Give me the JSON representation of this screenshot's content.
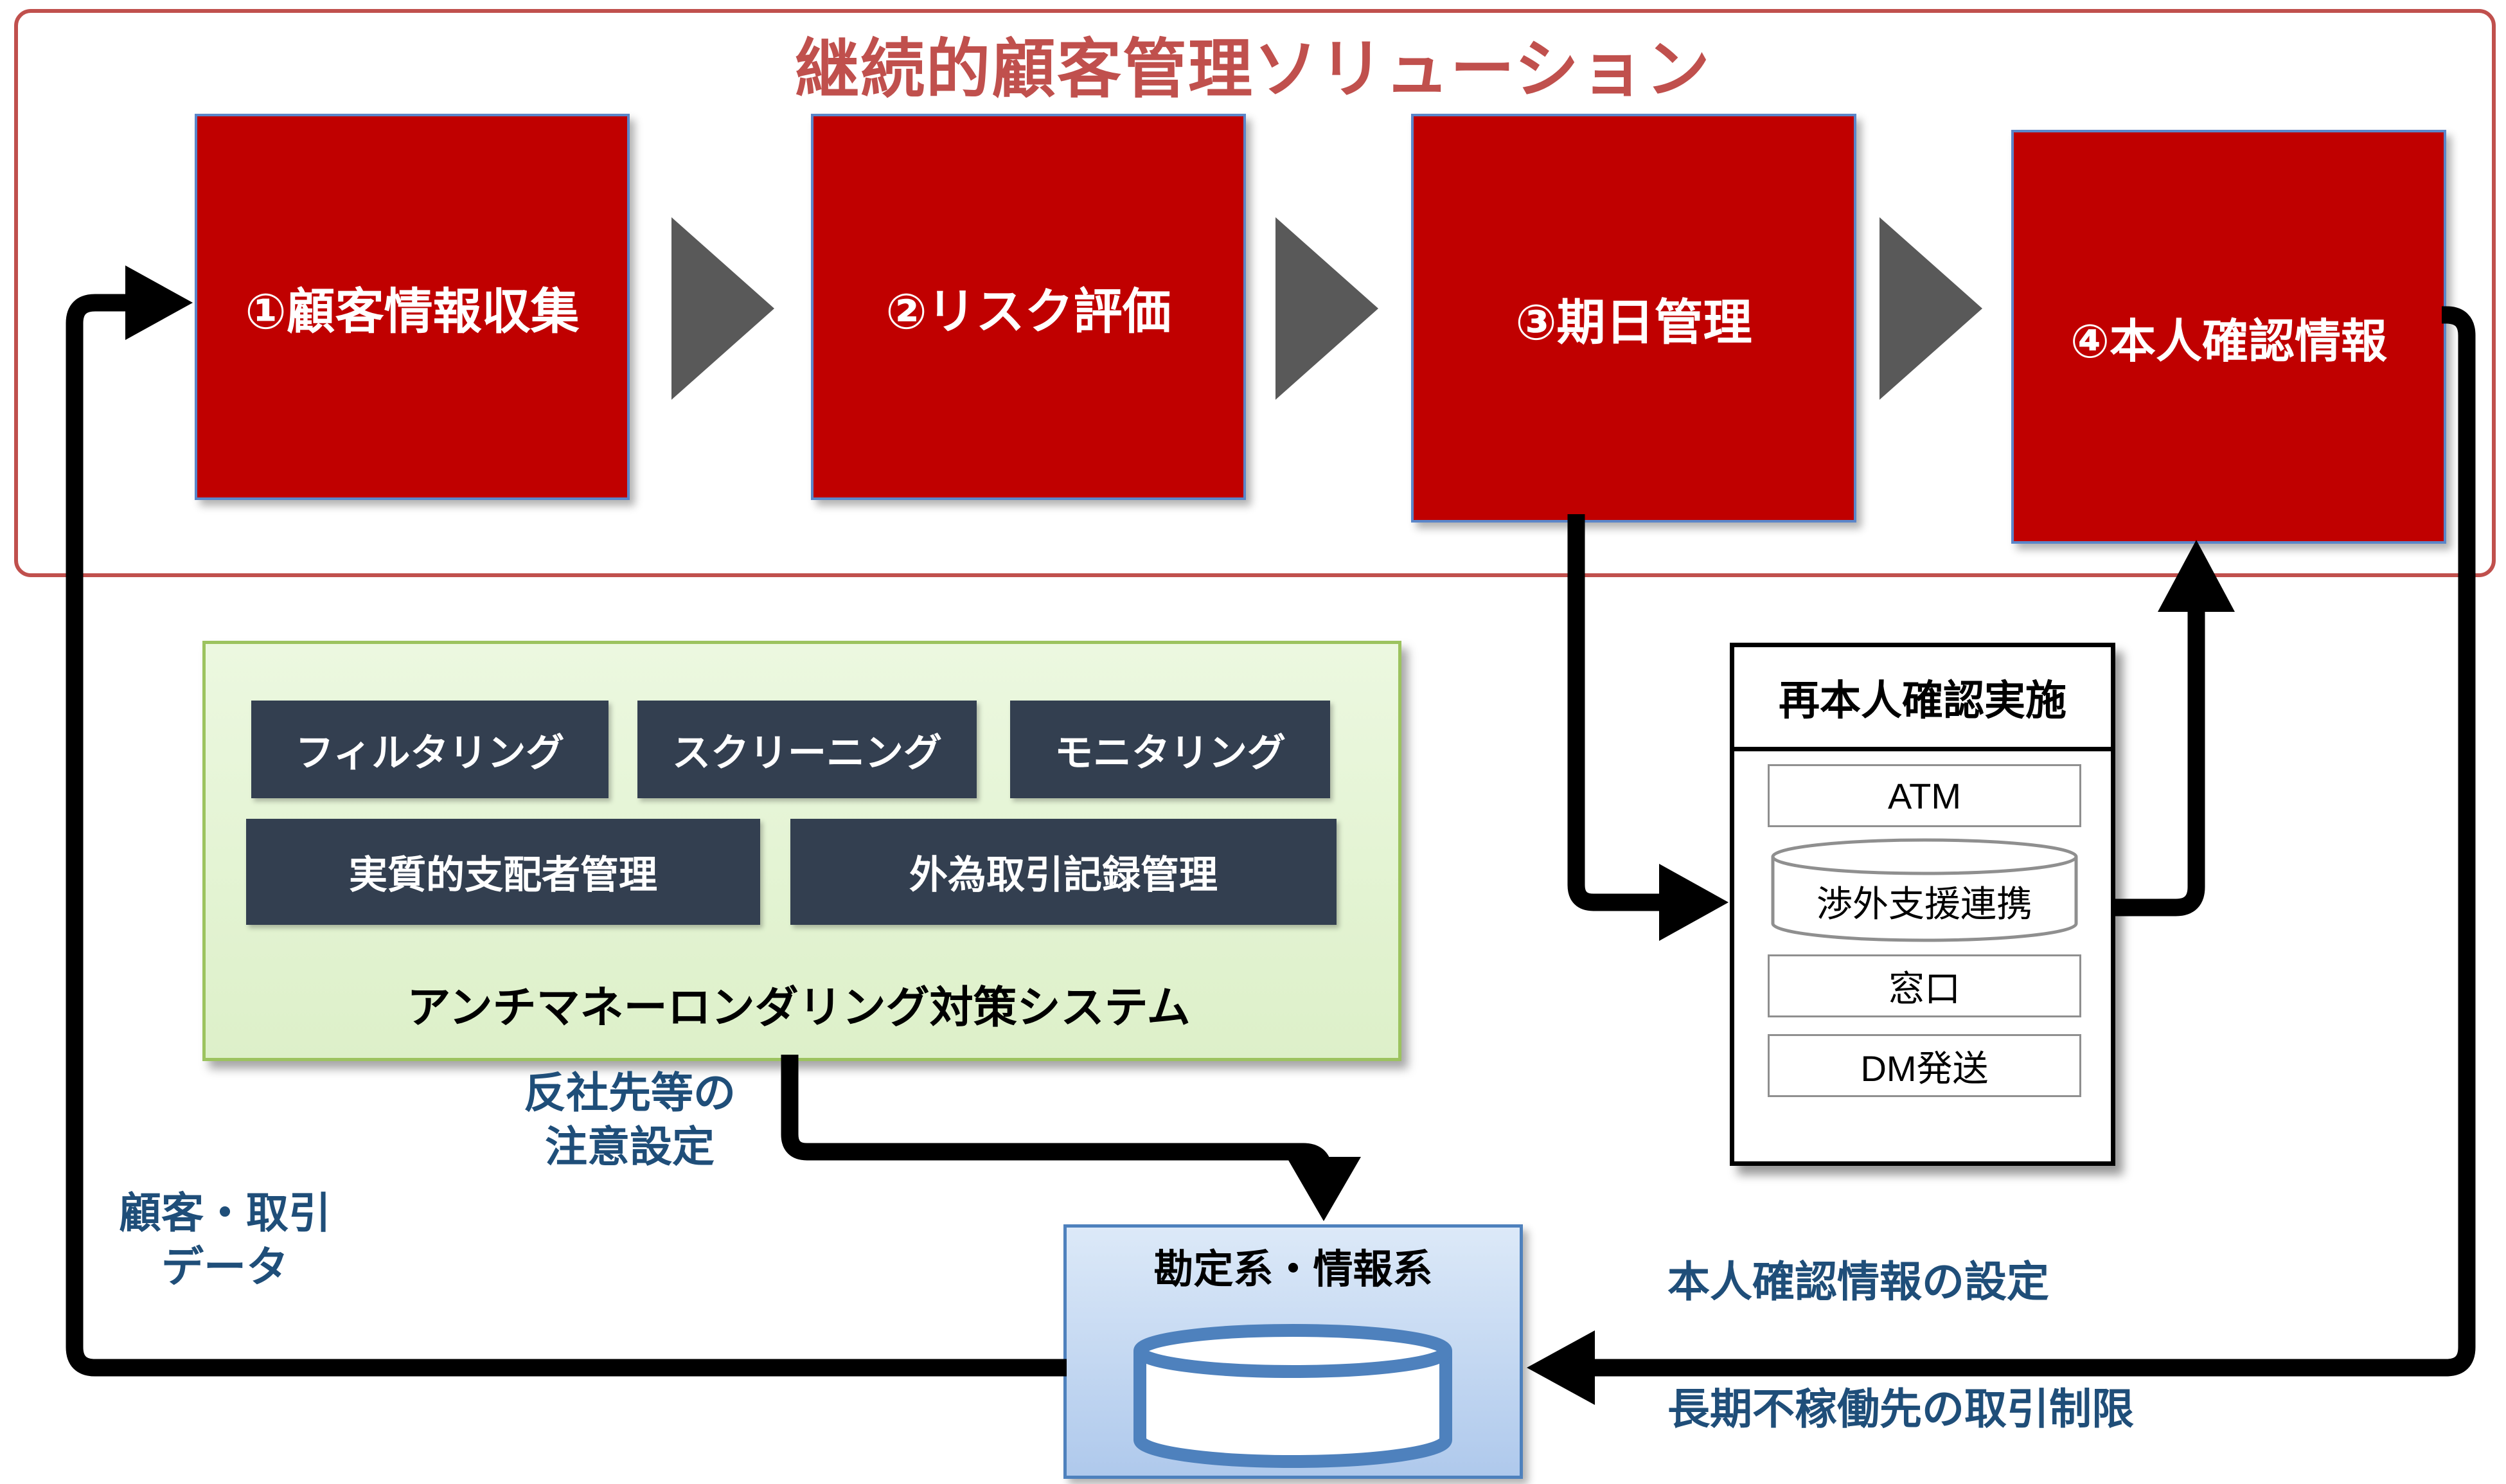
{
  "title": "継続的顧客管理ソリューション",
  "process_boxes": [
    {
      "label": "①顧客情報収集"
    },
    {
      "label": "②リスク評価"
    },
    {
      "label": "③期日管理"
    },
    {
      "label": "④本人確認情報"
    }
  ],
  "aml_system": {
    "modules_row1": [
      {
        "label": "フィルタリング"
      },
      {
        "label": "スクリーニング"
      },
      {
        "label": "モニタリング"
      }
    ],
    "modules_row2": [
      {
        "label": "実質的支配者管理"
      },
      {
        "label": "外為取引記録管理"
      }
    ],
    "caption": "アンチマネーロンダリング対策システム"
  },
  "reverification": {
    "title": "再本人確認実施",
    "channels": [
      {
        "label": "ATM",
        "shape": "rect"
      },
      {
        "label": "渉外支援連携",
        "shape": "cylinder"
      },
      {
        "label": "窓口",
        "shape": "rect"
      },
      {
        "label": "DM発送",
        "shape": "rect"
      }
    ]
  },
  "core_system": {
    "title": "勘定系・情報系",
    "icon": "database-cylinder"
  },
  "labels": {
    "attention_setting": "反社先等の\n注意設定",
    "customer_transaction_data": "顧客・取引\nデータ",
    "identity_info_setting": "本人確認情報の設定",
    "dormant_restriction": "長期不稼働先の取引制限"
  },
  "colors": {
    "process_box_fill": "#C00000",
    "process_box_border": "#5B86C9",
    "frame_and_title": "#C0504D",
    "module_fill": "#333F50",
    "aml_panel_fill": "#E2F2D6",
    "aml_panel_border": "#9CC35F",
    "core_box_fill": "#C5D8F1",
    "core_box_border": "#4E81BD",
    "annotation_text": "#1F4E79",
    "flow_arrow": "#000000",
    "step_arrow": "#595959"
  }
}
